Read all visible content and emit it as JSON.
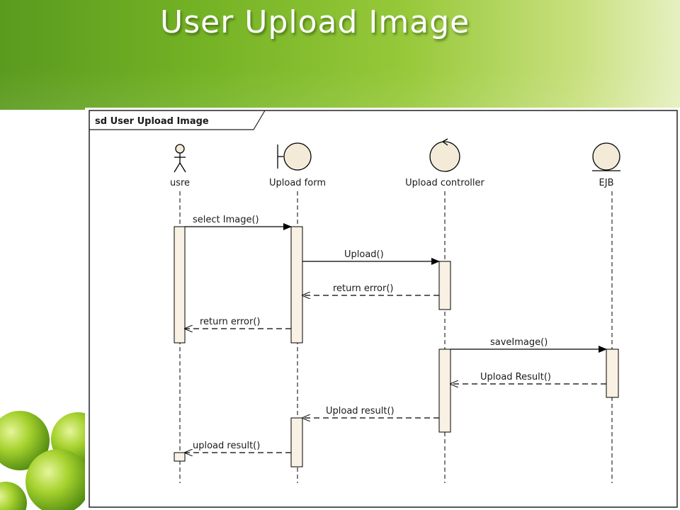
{
  "slide": {
    "title": "User Upload Image"
  },
  "diagram": {
    "frame_label": "sd User Upload Image",
    "lifelines": [
      {
        "id": "user",
        "label": "usre",
        "kind": "actor"
      },
      {
        "id": "form",
        "label": "Upload form",
        "kind": "boundary"
      },
      {
        "id": "ctrl",
        "label": "Upload controller",
        "kind": "control"
      },
      {
        "id": "ejb",
        "label": "EJB",
        "kind": "entity"
      }
    ],
    "messages": [
      {
        "from": "user",
        "to": "form",
        "label": "select Image()",
        "type": "sync"
      },
      {
        "from": "form",
        "to": "ctrl",
        "label": "Upload()",
        "type": "sync"
      },
      {
        "from": "ctrl",
        "to": "form",
        "label": "return error()",
        "type": "return"
      },
      {
        "from": "form",
        "to": "user",
        "label": "return error()",
        "type": "return"
      },
      {
        "from": "ctrl",
        "to": "ejb",
        "label": "saveImage()",
        "type": "sync"
      },
      {
        "from": "ejb",
        "to": "ctrl",
        "label": "Upload Result()",
        "type": "return"
      },
      {
        "from": "ctrl",
        "to": "form",
        "label": "Upload result()",
        "type": "return"
      },
      {
        "from": "form",
        "to": "user",
        "label": "upload result()",
        "type": "return"
      }
    ]
  }
}
